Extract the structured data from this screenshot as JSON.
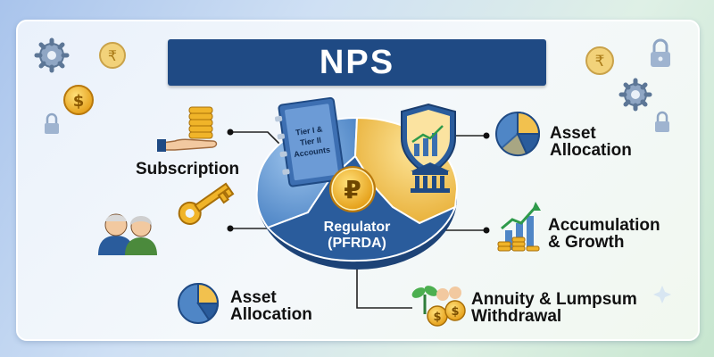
{
  "title": "NPS",
  "center": {
    "line1": "Regulator",
    "line2": "(PFRDA)"
  },
  "book_text": {
    "line1": "Tier I &",
    "line2": "Tier II",
    "line3": "Accounts"
  },
  "left_labels": {
    "subscription": "Subscription",
    "asset_allocation_line1": "Asset",
    "asset_allocation_line2": "Allocation"
  },
  "right_labels": {
    "asset_allocation_line1": "Asset",
    "asset_allocation_line2": "Allocation",
    "accumulation_line1": "Accumulation",
    "accumulation_line2": "& Growth",
    "annuity_line1": "Annuity & Lumpsum",
    "annuity_line2": "Withdrawal"
  },
  "icons": {
    "top_left": [
      "gear-icon",
      "rupee-coin-icon",
      "dollar-coin-icon",
      "lock-icon"
    ],
    "top_right": [
      "rupee-coin-icon",
      "lock-icon",
      "gear-icon",
      "lock-icon"
    ],
    "center_coin_symbol": "₽",
    "coin_symbol": "$",
    "rupee_symbol": "₹"
  },
  "colors": {
    "banner": "#1f4a84",
    "blue_segment": "#4f86c6",
    "dark_blue_segment": "#2a5c9c",
    "yellow_segment": "#f2c14e",
    "coin_gold": "#f0b429",
    "connector": "#222222"
  }
}
